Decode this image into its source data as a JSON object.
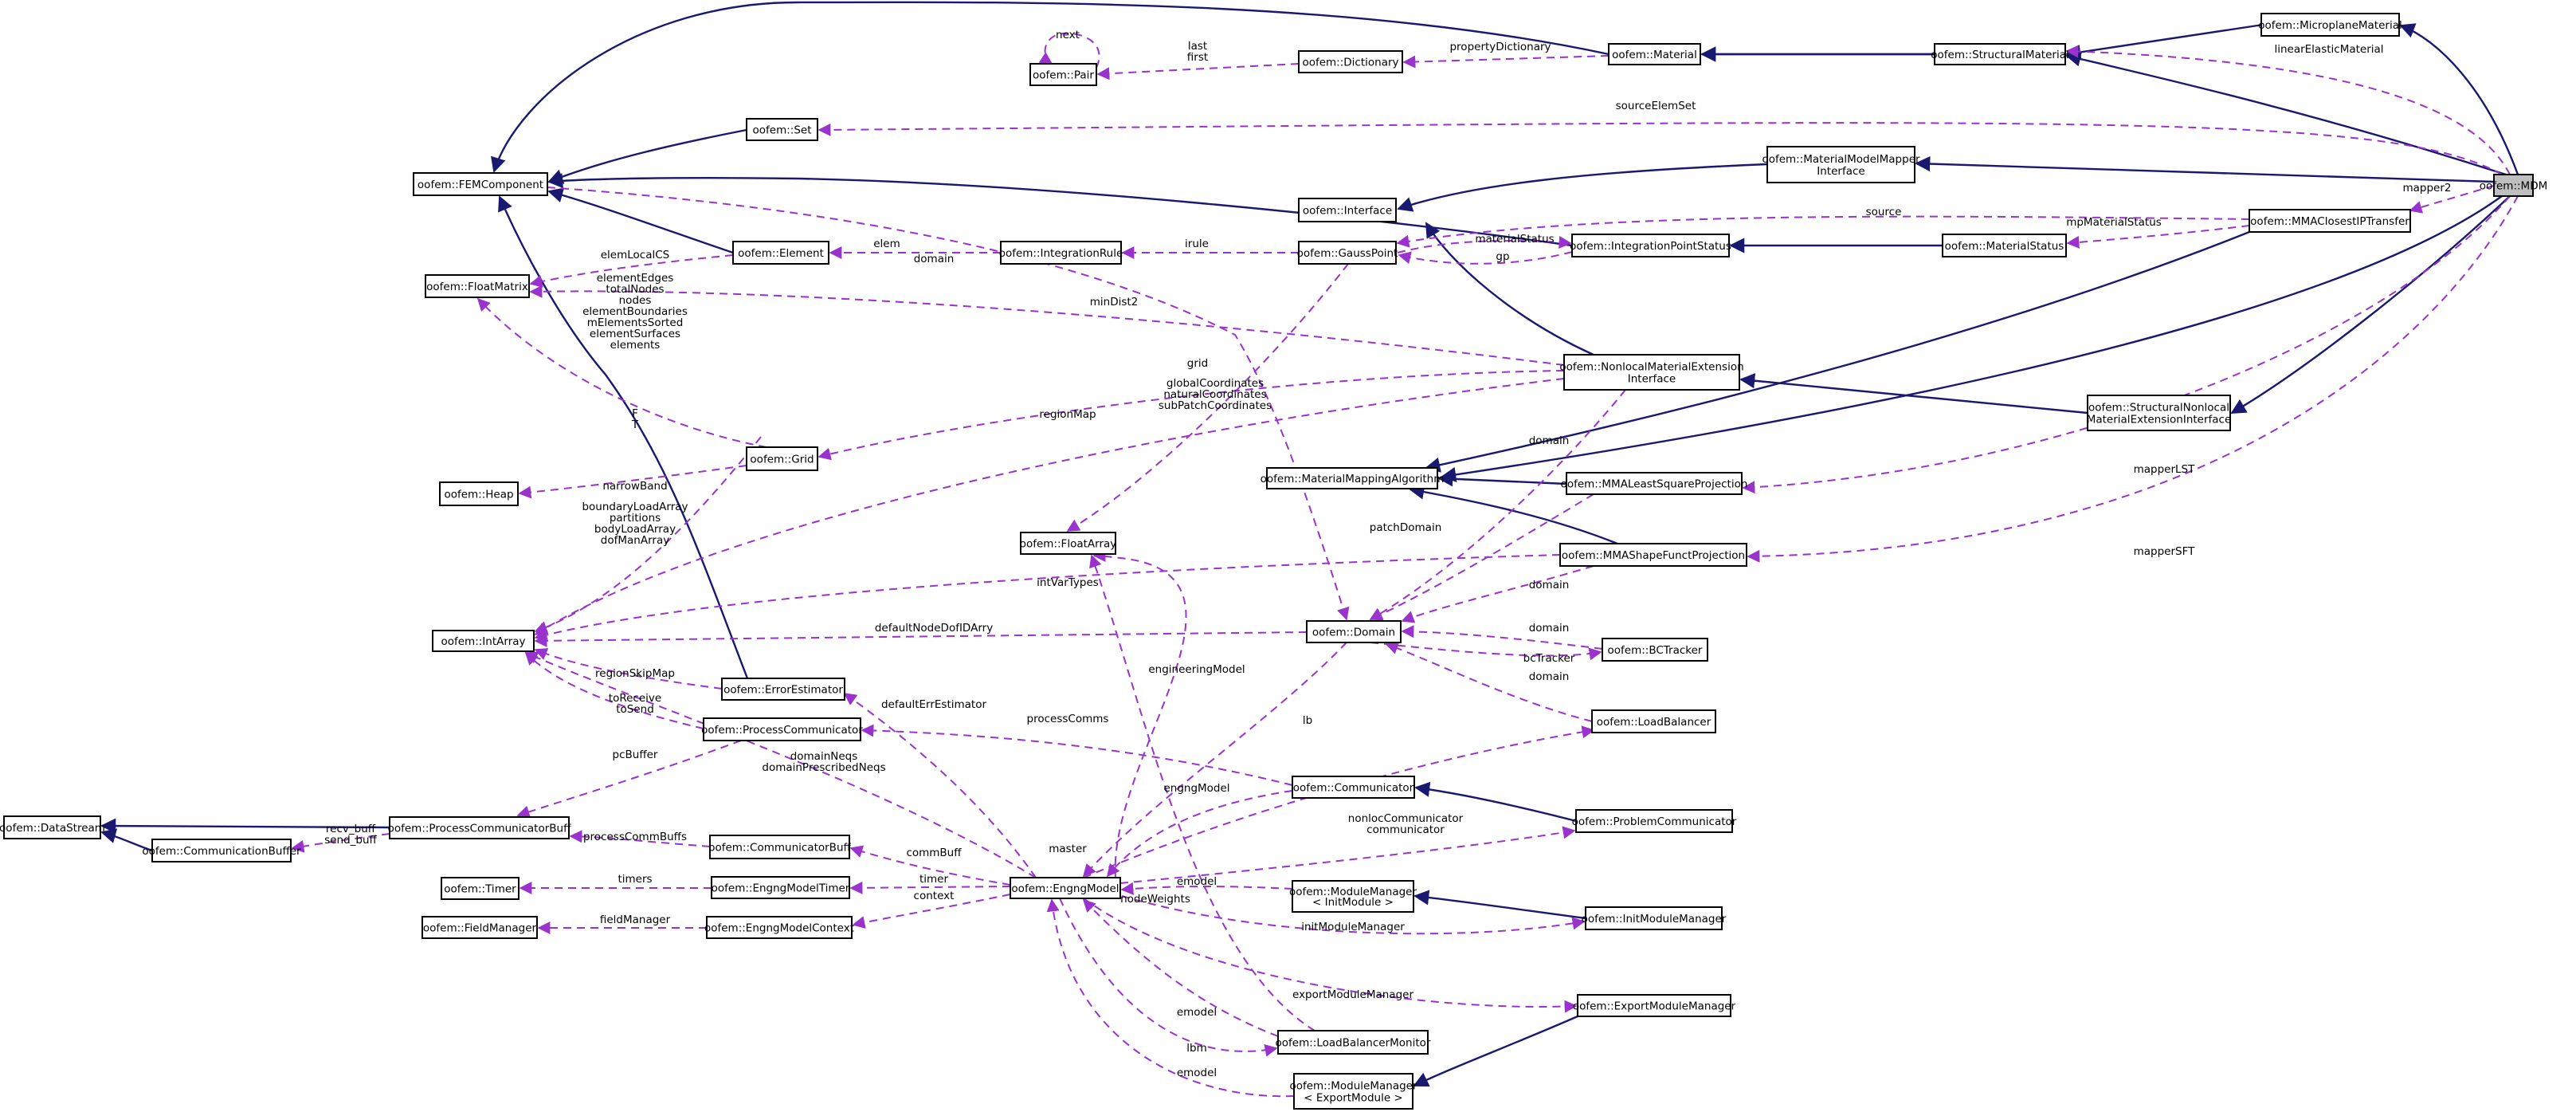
{
  "nodes": [
    {
      "id": "mdm",
      "label": "oofem::MDM",
      "highlight": true
    },
    {
      "id": "microplane",
      "label": "oofem::MicroplaneMaterial"
    },
    {
      "id": "structural",
      "label": "oofem::StructuralMaterial"
    },
    {
      "id": "material",
      "label": "oofem::Material"
    },
    {
      "id": "dictionary",
      "label": "oofem::Dictionary"
    },
    {
      "id": "pair",
      "label": "oofem::Pair"
    },
    {
      "id": "set",
      "label": "oofem::Set"
    },
    {
      "id": "femcomponent",
      "label": "oofem::FEMComponent"
    },
    {
      "id": "mmmapper",
      "lines": [
        "oofem::MaterialModelMapper",
        "Interface"
      ]
    },
    {
      "id": "mmaclosest",
      "label": "oofem::MMAClosestIPTransfer"
    },
    {
      "id": "interface",
      "label": "oofem::Interface"
    },
    {
      "id": "floatmatrix",
      "label": "oofem::FloatMatrix"
    },
    {
      "id": "element",
      "label": "oofem::Element"
    },
    {
      "id": "integrationrule",
      "label": "oofem::IntegrationRule"
    },
    {
      "id": "gausspoint",
      "label": "oofem::GaussPoint"
    },
    {
      "id": "ipstatus",
      "label": "oofem::IntegrationPointStatus"
    },
    {
      "id": "materialstatus",
      "label": "oofem::MaterialStatus"
    },
    {
      "id": "nonlocalext",
      "lines": [
        "oofem::NonlocalMaterialExtension",
        "Interface"
      ]
    },
    {
      "id": "structnonlocal",
      "lines": [
        "oofem::StructuralNonlocal",
        "MaterialExtensionInterface"
      ]
    },
    {
      "id": "grid",
      "label": "oofem::Grid"
    },
    {
      "id": "heap",
      "label": "oofem::Heap"
    },
    {
      "id": "mmalgorithm",
      "label": "oofem::MaterialMappingAlgorithm"
    },
    {
      "id": "mmaleast",
      "label": "oofem::MMALeastSquareProjection"
    },
    {
      "id": "floatarray",
      "label": "oofem::FloatArray"
    },
    {
      "id": "mmashape",
      "label": "oofem::MMAShapeFunctProjection"
    },
    {
      "id": "intarray",
      "label": "oofem::IntArray"
    },
    {
      "id": "domain",
      "label": "oofem::Domain"
    },
    {
      "id": "bctracker",
      "label": "oofem::BCTracker"
    },
    {
      "id": "errorestimator",
      "label": "oofem::ErrorEstimator"
    },
    {
      "id": "processcomm",
      "label": "oofem::ProcessCommunicator"
    },
    {
      "id": "loadbalancer",
      "label": "oofem::LoadBalancer"
    },
    {
      "id": "communicator",
      "label": "oofem::Communicator"
    },
    {
      "id": "datastream",
      "label": "oofem::DataStream"
    },
    {
      "id": "pcbuff",
      "label": "oofem::ProcessCommunicatorBuff"
    },
    {
      "id": "problemcomm",
      "label": "oofem::ProblemCommunicator"
    },
    {
      "id": "commbuffer",
      "label": "oofem::CommunicationBuffer"
    },
    {
      "id": "communicatorbuff",
      "label": "oofem::CommunicatorBuff"
    },
    {
      "id": "engngmodel",
      "label": "oofem::EngngModel"
    },
    {
      "id": "timer",
      "label": "oofem::Timer"
    },
    {
      "id": "engngtimer",
      "label": "oofem::EngngModelTimer"
    },
    {
      "id": "mmInit",
      "lines": [
        "oofem::ModuleManager",
        "< InitModule >"
      ]
    },
    {
      "id": "initmm",
      "label": "oofem::InitModuleManager"
    },
    {
      "id": "fieldmanager",
      "label": "oofem::FieldManager"
    },
    {
      "id": "engngcontext",
      "label": "oofem::EngngModelContext"
    },
    {
      "id": "exportmm",
      "label": "oofem::ExportModuleManager"
    },
    {
      "id": "lbmonitor",
      "label": "oofem::LoadBalancerMonitor"
    },
    {
      "id": "mmExport",
      "lines": [
        "oofem::ModuleManager",
        "< ExportModule >"
      ]
    }
  ],
  "edge_labels": [
    {
      "id": "l-next",
      "text": "next"
    },
    {
      "id": "l-last",
      "lines": [
        "last",
        "first"
      ]
    },
    {
      "id": "l-propdict",
      "text": "propertyDictionary"
    },
    {
      "id": "l-linelastic",
      "text": "linearElasticMaterial"
    },
    {
      "id": "l-sourceelemset",
      "text": "sourceElemSet"
    },
    {
      "id": "l-mapper2",
      "text": "mapper2"
    },
    {
      "id": "l-source",
      "text": "source"
    },
    {
      "id": "l-mpmatstatus",
      "text": "mpMaterialStatus"
    },
    {
      "id": "l-elemlocalcs",
      "text": "elemLocalCS"
    },
    {
      "id": "l-elemlist",
      "lines": [
        "elementEdges",
        "totalNodes",
        "nodes",
        "elementBoundaries",
        "mElementsSorted",
        "elementSurfaces",
        "elements"
      ]
    },
    {
      "id": "l-elem",
      "text": "elem"
    },
    {
      "id": "l-domain1",
      "text": "domain"
    },
    {
      "id": "l-irule",
      "text": "irule"
    },
    {
      "id": "l-matstatus",
      "text": "materialStatus"
    },
    {
      "id": "l-gp",
      "text": "gp"
    },
    {
      "id": "l-mindist2",
      "text": "minDist2"
    },
    {
      "id": "l-grid",
      "text": "grid"
    },
    {
      "id": "l-coords",
      "lines": [
        "globalCoordinates",
        "naturalCoordinates",
        "subPatchCoordinates"
      ]
    },
    {
      "id": "l-ft",
      "lines": [
        "F",
        "T"
      ]
    },
    {
      "id": "l-regionmap",
      "text": "regionMap"
    },
    {
      "id": "l-domain2",
      "text": "domain"
    },
    {
      "id": "l-mapperlst",
      "text": "mapperLST"
    },
    {
      "id": "l-narrowband",
      "text": "narrowBand"
    },
    {
      "id": "l-patchdomain",
      "text": "patchDomain"
    },
    {
      "id": "l-bl",
      "lines": [
        "boundaryLoadArray",
        "partitions",
        "bodyLoadArray",
        "dofManArray"
      ]
    },
    {
      "id": "l-mappersft",
      "text": "mapperSFT"
    },
    {
      "id": "l-intvartypes",
      "text": "intVarTypes"
    },
    {
      "id": "l-domain3",
      "text": "domain"
    },
    {
      "id": "l-defnode",
      "text": "defaultNodeDofIDArry"
    },
    {
      "id": "l-domain4",
      "text": "domain"
    },
    {
      "id": "l-bctracker",
      "text": "bcTracker"
    },
    {
      "id": "l-regionskip",
      "text": "regionSkipMap"
    },
    {
      "id": "l-engmodel1",
      "text": "engineeringModel"
    },
    {
      "id": "l-domain5",
      "text": "domain"
    },
    {
      "id": "l-torecv",
      "lines": [
        "toReceive",
        "toSend"
      ]
    },
    {
      "id": "l-deferr",
      "text": "defaultErrEstimator"
    },
    {
      "id": "l-proccomms",
      "text": "processComms"
    },
    {
      "id": "l-pcbuffer",
      "text": "pcBuffer"
    },
    {
      "id": "l-domainneqs",
      "lines": [
        "domainNeqs",
        "domainPrescribedNeqs"
      ]
    },
    {
      "id": "l-lb",
      "text": "lb"
    },
    {
      "id": "l-engngmodel",
      "text": "engngModel"
    },
    {
      "id": "l-recvbuff",
      "lines": [
        "recv_buff",
        "send_buff"
      ]
    },
    {
      "id": "l-proccommbuffs",
      "text": "processCommBuffs"
    },
    {
      "id": "l-nonloccomm",
      "lines": [
        "nonlocCommunicator",
        "communicator"
      ]
    },
    {
      "id": "l-commbuff",
      "text": "commBuff"
    },
    {
      "id": "l-master",
      "text": "master"
    },
    {
      "id": "l-timers",
      "text": "timers"
    },
    {
      "id": "l-timer",
      "text": "timer"
    },
    {
      "id": "l-emodel1",
      "text": "emodel"
    },
    {
      "id": "l-context",
      "text": "context"
    },
    {
      "id": "l-nodeweights",
      "text": "nodeWeights"
    },
    {
      "id": "l-initmm",
      "text": "initModuleManager"
    },
    {
      "id": "l-fieldmanager",
      "text": "fieldManager"
    },
    {
      "id": "l-exportmm",
      "text": "exportModuleManager"
    },
    {
      "id": "l-emodel2",
      "text": "emodel"
    },
    {
      "id": "l-lbm",
      "text": "lbm"
    },
    {
      "id": "l-emodel3",
      "text": "emodel"
    }
  ],
  "colors": {
    "inheritance": "#191970",
    "usage": "#9a32cd",
    "highlight_fill": "#bfbfbf",
    "node_border": "#000000"
  }
}
